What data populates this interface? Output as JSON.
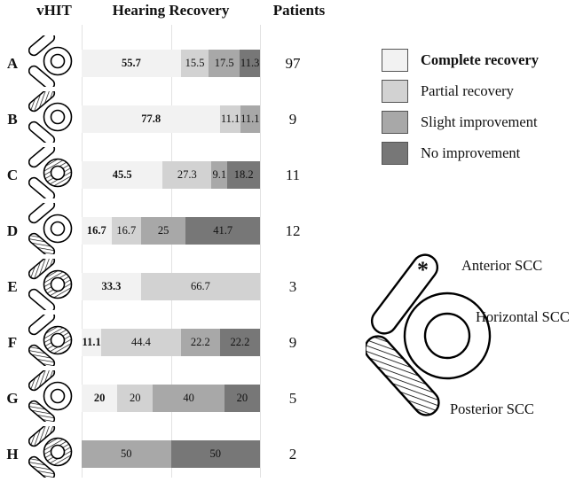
{
  "header": {
    "vhit": "vHIT",
    "recovery": "Hearing Recovery",
    "patients": "Patients"
  },
  "legend": {
    "items": [
      {
        "label": "Complete recovery",
        "color": "#f2f2f2",
        "key": "complete"
      },
      {
        "label": "Partial recovery",
        "color": "#d2d2d2",
        "key": "partial"
      },
      {
        "label": "Slight improvement",
        "color": "#a8a8a8",
        "key": "slight"
      },
      {
        "label": "No improvement",
        "color": "#777777",
        "key": "none"
      }
    ]
  },
  "scc": {
    "asterisk": "*",
    "anterior": "Anterior SCC",
    "horizontal": "Horizontal SCC",
    "posterior": "Posterior SCC"
  },
  "chart_data": {
    "type": "bar",
    "title": "Hearing Recovery",
    "orientation": "horizontal",
    "stacked": true,
    "normalized_percent": true,
    "xlabel": "",
    "ylabel": "",
    "xlim": [
      0,
      100
    ],
    "grid": true,
    "gridlines": [
      0,
      50,
      100
    ],
    "legend_position": "right",
    "categories": [
      "A",
      "B",
      "C",
      "D",
      "E",
      "F",
      "G",
      "H"
    ],
    "series": [
      {
        "name": "Complete recovery",
        "color": "#f2f2f2",
        "values": [
          55.7,
          77.8,
          45.5,
          16.7,
          33.3,
          11.1,
          20,
          0
        ]
      },
      {
        "name": "Partial recovery",
        "color": "#d2d2d2",
        "values": [
          15.5,
          11.1,
          27.3,
          16.7,
          66.7,
          44.4,
          20,
          0
        ]
      },
      {
        "name": "Slight improvement",
        "color": "#a8a8a8",
        "values": [
          17.5,
          11.1,
          9.1,
          25.0,
          0.0,
          22.2,
          40,
          50
        ]
      },
      {
        "name": "No improvement",
        "color": "#777777",
        "values": [
          11.3,
          0.0,
          18.2,
          41.7,
          0.0,
          22.2,
          20,
          50
        ]
      }
    ],
    "patients": [
      97,
      9,
      11,
      12,
      3,
      9,
      5,
      2
    ]
  },
  "rows": [
    {
      "label": "A",
      "patients": "97",
      "icon": {
        "anterior": "plain",
        "horizontal": "plain",
        "posterior": "plain"
      },
      "segments": [
        {
          "key": "complete",
          "value": "55.7",
          "pct": 55.7
        },
        {
          "key": "partial",
          "value": "15.5",
          "pct": 15.5
        },
        {
          "key": "slight",
          "value": "17.5",
          "pct": 17.5
        },
        {
          "key": "none",
          "value": "11.3",
          "pct": 11.3
        }
      ]
    },
    {
      "label": "B",
      "patients": "9",
      "icon": {
        "anterior": "hatched",
        "horizontal": "plain",
        "posterior": "plain"
      },
      "segments": [
        {
          "key": "complete",
          "value": "77.8",
          "pct": 77.8
        },
        {
          "key": "partial",
          "value": "11.1",
          "pct": 11.1
        },
        {
          "key": "slight",
          "value": "11.1",
          "pct": 11.1
        },
        {
          "key": "none",
          "value": "",
          "pct": 0
        }
      ]
    },
    {
      "label": "C",
      "patients": "11",
      "icon": {
        "anterior": "plain",
        "horizontal": "hatched",
        "posterior": "plain"
      },
      "segments": [
        {
          "key": "complete",
          "value": "45.5",
          "pct": 45.5
        },
        {
          "key": "partial",
          "value": "27.3",
          "pct": 27.3
        },
        {
          "key": "slight",
          "value": "9.1",
          "pct": 9.1
        },
        {
          "key": "none",
          "value": "18.2",
          "pct": 18.2
        }
      ]
    },
    {
      "label": "D",
      "patients": "12",
      "icon": {
        "anterior": "plain",
        "horizontal": "plain",
        "posterior": "hatched"
      },
      "segments": [
        {
          "key": "complete",
          "value": "16.7",
          "pct": 16.7
        },
        {
          "key": "partial",
          "value": "16.7",
          "pct": 16.7
        },
        {
          "key": "slight",
          "value": "25",
          "pct": 25
        },
        {
          "key": "none",
          "value": "41.7",
          "pct": 41.7
        }
      ]
    },
    {
      "label": "E",
      "patients": "3",
      "icon": {
        "anterior": "hatched",
        "horizontal": "hatched",
        "posterior": "plain"
      },
      "segments": [
        {
          "key": "complete",
          "value": "33.3",
          "pct": 33.3
        },
        {
          "key": "partial",
          "value": "66.7",
          "pct": 66.7
        },
        {
          "key": "slight",
          "value": "",
          "pct": 0
        },
        {
          "key": "none",
          "value": "",
          "pct": 0
        }
      ]
    },
    {
      "label": "F",
      "patients": "9",
      "icon": {
        "anterior": "plain",
        "horizontal": "hatched",
        "posterior": "hatched"
      },
      "segments": [
        {
          "key": "complete",
          "value": "11.1",
          "pct": 11.1
        },
        {
          "key": "partial",
          "value": "44.4",
          "pct": 44.4
        },
        {
          "key": "slight",
          "value": "22.2",
          "pct": 22.2
        },
        {
          "key": "none",
          "value": "22.2",
          "pct": 22.2
        }
      ]
    },
    {
      "label": "G",
      "patients": "5",
      "icon": {
        "anterior": "hatched",
        "horizontal": "plain",
        "posterior": "hatched"
      },
      "segments": [
        {
          "key": "complete",
          "value": "20",
          "pct": 20
        },
        {
          "key": "partial",
          "value": "20",
          "pct": 20
        },
        {
          "key": "slight",
          "value": "40",
          "pct": 40
        },
        {
          "key": "none",
          "value": "20",
          "pct": 20
        }
      ]
    },
    {
      "label": "H",
      "patients": "2",
      "icon": {
        "anterior": "hatched",
        "horizontal": "hatched",
        "posterior": "hatched"
      },
      "segments": [
        {
          "key": "complete",
          "value": "",
          "pct": 0
        },
        {
          "key": "partial",
          "value": "",
          "pct": 0
        },
        {
          "key": "slight",
          "value": "50",
          "pct": 50
        },
        {
          "key": "none",
          "value": "50",
          "pct": 50
        }
      ]
    }
  ]
}
